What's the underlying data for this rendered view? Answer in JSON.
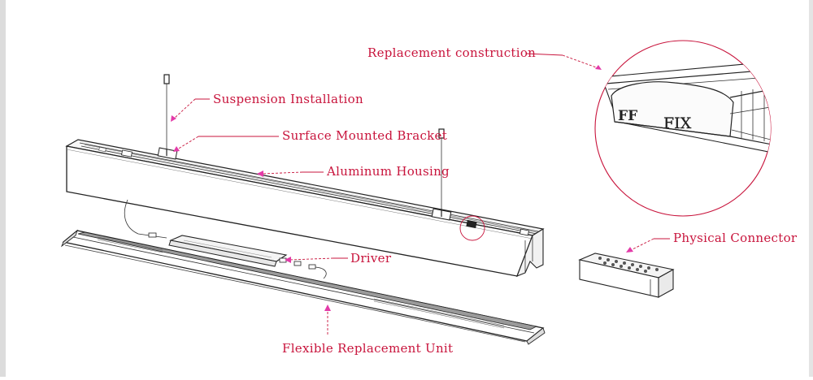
{
  "labels": {
    "replacement_construction": "Replacement construction",
    "suspension_installation": "Suspension Installation",
    "surface_mounted_bracket": "Surface Mounted Bracket",
    "aluminum_housing": "Aluminum Housing",
    "driver": "Driver",
    "physical_connector": "Physical Connector",
    "flexible_replacement_unit": "Flexible Replacement Unit"
  },
  "detail_inset": {
    "text_left": "FF",
    "text_right": "FIX"
  },
  "colors": {
    "label": "#c8143c",
    "marker": "#e33aa8",
    "ink": "#222222"
  }
}
